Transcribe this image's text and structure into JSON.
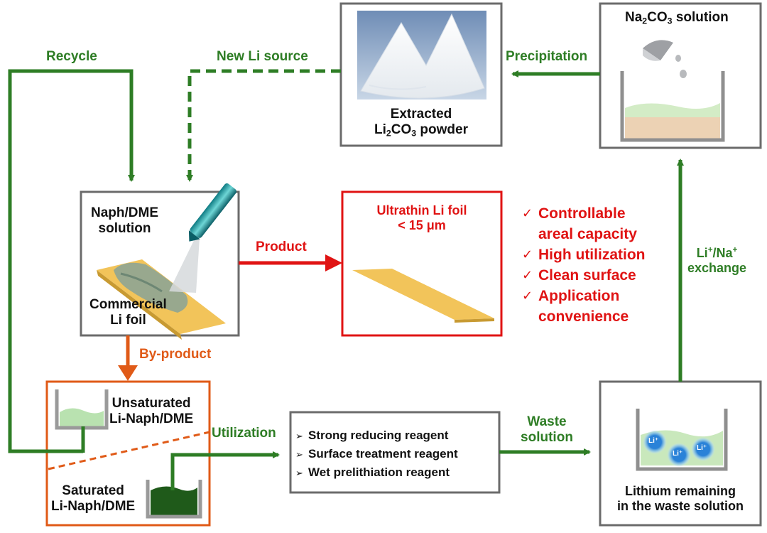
{
  "labels": {
    "recycle": "Recycle",
    "new_li_source": "New Li source",
    "precipitation": "Precipitation",
    "extracted_line1": "Extracted",
    "extracted_pre": "Li",
    "extracted_sub2": "2",
    "extracted_co": "CO",
    "extracted_sub3": "3",
    "extracted_post": " powder",
    "na_pre": "Na",
    "na_sub2": "2",
    "na_co": "CO",
    "na_sub3": "3",
    "na_post": " solution",
    "naph_solution_line1": "Naph/DME",
    "naph_solution_line2": "solution",
    "commercial_line1": "Commercial",
    "commercial_line2": "Li foil",
    "product": "Product",
    "ultrathin_line1": "Ultrathin Li foil",
    "ultrathin_line2": "< 15 μm",
    "exchange_li": "Li",
    "exchange_plus1": "+",
    "exchange_slash_na": "/Na",
    "exchange_plus2": "+",
    "exchange_line2": "exchange",
    "by_product": "By-product",
    "unsat_line1": "Unsaturated",
    "unsat_line2": "Li-Naph/DME",
    "sat_line1": "Saturated",
    "sat_line2": "Li-Naph/DME",
    "utilization": "Utilization",
    "waste_line1": "Waste",
    "waste_line2": "solution",
    "remaining_line1": "Lithium remaining",
    "remaining_line2": "in the waste solution",
    "ion_label": "Li⁺"
  },
  "advantages": [
    "Controllable",
    "areal capacity",
    "High utilization",
    "Clean surface",
    "Application",
    "convenience"
  ],
  "check_mark": "✓",
  "reagents": [
    "Strong reducing reagent",
    "Surface treatment reagent",
    "Wet prelithiation reagent"
  ],
  "list_arrow": "➢",
  "colors": {
    "green": "#2e7d25",
    "red": "#e01313",
    "orange": "#e05a17",
    "foil": "#f2c45a",
    "box_border": "#6b6b6b"
  }
}
